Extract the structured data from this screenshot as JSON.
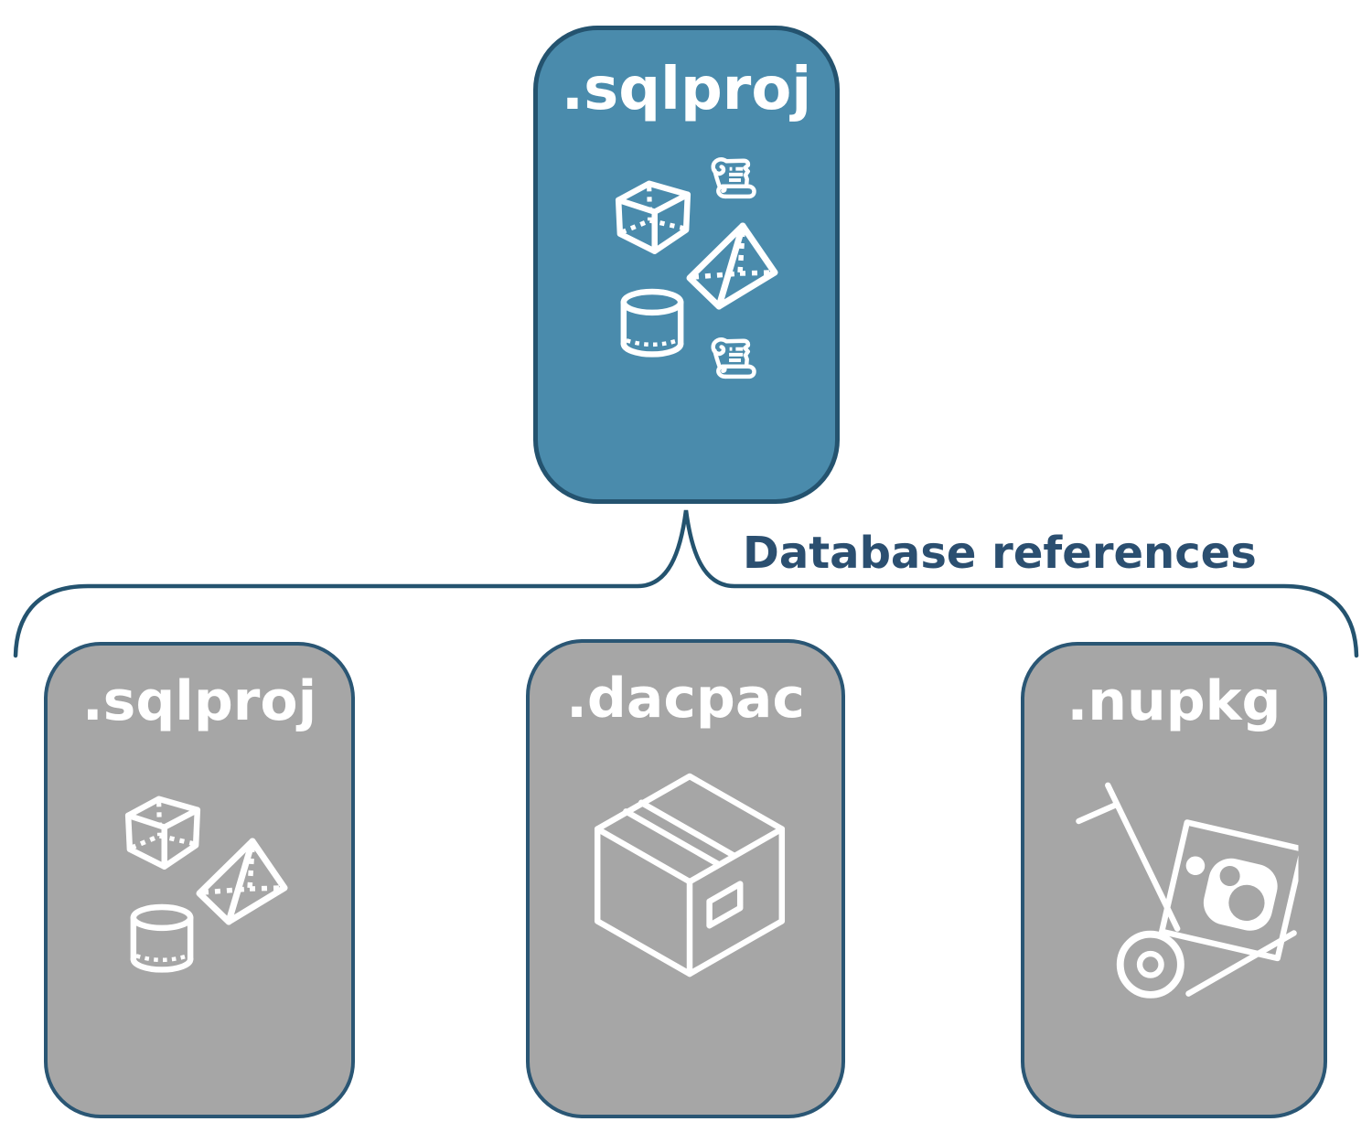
{
  "colors": {
    "root_fill": "#4A8BAC",
    "root_border": "#24536F",
    "child_fill": "#A6A6A6",
    "child_border": "#2A5674",
    "connector": "#24536F",
    "connector_label": "#2B4F70",
    "icon_stroke": "#FFFFFF",
    "node_label_text": "#FFFFFF",
    "background": "#FFFFFF"
  },
  "root_node": {
    "label": ".sqlproj",
    "icons": [
      "script-scroll",
      "cube",
      "pyramid",
      "cylinder",
      "script-scroll"
    ]
  },
  "connector": {
    "label": "Database references"
  },
  "child_nodes": [
    {
      "label": ".sqlproj",
      "icons": [
        "cube",
        "pyramid",
        "cylinder"
      ]
    },
    {
      "label": ".dacpac",
      "icons": [
        "package-box"
      ]
    },
    {
      "label": ".nupkg",
      "icons": [
        "nuget-hand-truck"
      ]
    }
  ]
}
